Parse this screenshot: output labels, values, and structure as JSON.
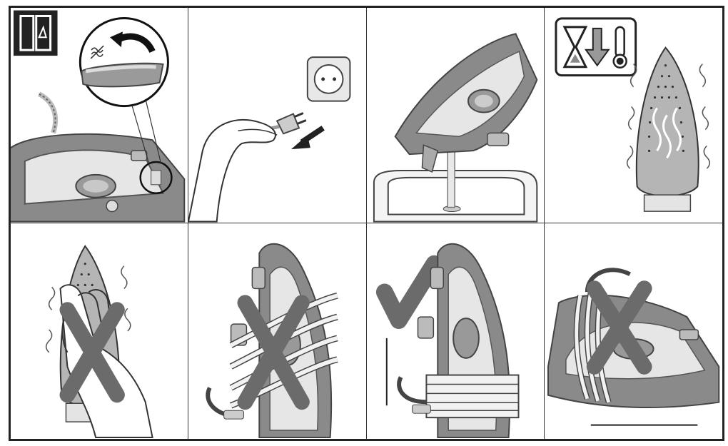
{
  "panels": [
    {
      "id": 1,
      "icons": [
        "wardrobe-storage-icon",
        "magnifier-detail-icon",
        "steam-off-icon",
        "rotate-arrow-icon"
      ],
      "depicts": "steam-control-turn-off"
    },
    {
      "id": 2,
      "icons": [
        "wall-socket-icon",
        "plug-icon",
        "unplug-arrow-icon"
      ],
      "depicts": "unplug-from-socket"
    },
    {
      "id": 3,
      "icons": [
        "water-stream-icon",
        "sink-icon"
      ],
      "depicts": "empty-water-tank"
    },
    {
      "id": 4,
      "icons": [
        "hourglass-icon",
        "arrow-down-icon",
        "thermometer-icon",
        "heat-wave-icon"
      ],
      "depicts": "let-cool-down"
    },
    {
      "id": 5,
      "icons": [
        "heat-wave-icon",
        "prohibited-cross-icon"
      ],
      "depicts": "do-not-touch-hot-soleplate"
    },
    {
      "id": 6,
      "icons": [
        "prohibited-cross-icon"
      ],
      "depicts": "do-not-wrap-cord-while-hot"
    },
    {
      "id": 7,
      "icons": [
        "check-mark-icon"
      ],
      "depicts": "wrap-cord-when-cool-upright"
    },
    {
      "id": 8,
      "icons": [
        "prohibited-cross-icon"
      ],
      "depicts": "do-not-store-flat"
    }
  ],
  "colors": {
    "frame": "#222222",
    "iron_body": "#8a8a8a",
    "iron_dark": "#5a5a5a",
    "iron_light": "#e6e6e6",
    "mark": "#6b6b6b",
    "cord": "#f2f2f2"
  }
}
